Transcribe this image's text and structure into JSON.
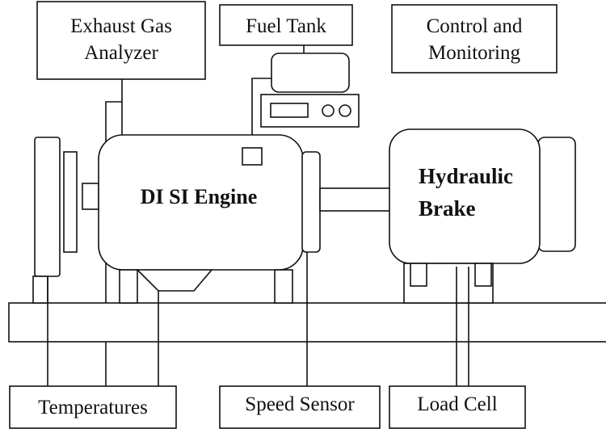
{
  "labels": {
    "exhaust_gas_analyzer": [
      "Exhaust Gas",
      "Analyzer"
    ],
    "fuel_tank": "Fuel Tank",
    "control_monitoring": [
      "Control and",
      "Monitoring"
    ],
    "engine": "DI SI Engine",
    "hydraulic_brake": [
      "Hydraulic",
      "Brake"
    ],
    "temperatures": "Temperatures",
    "speed_sensor": "Speed Sensor",
    "load_cell": "Load Cell"
  },
  "colors": {
    "line": "#111111",
    "background": "#ffffff"
  }
}
